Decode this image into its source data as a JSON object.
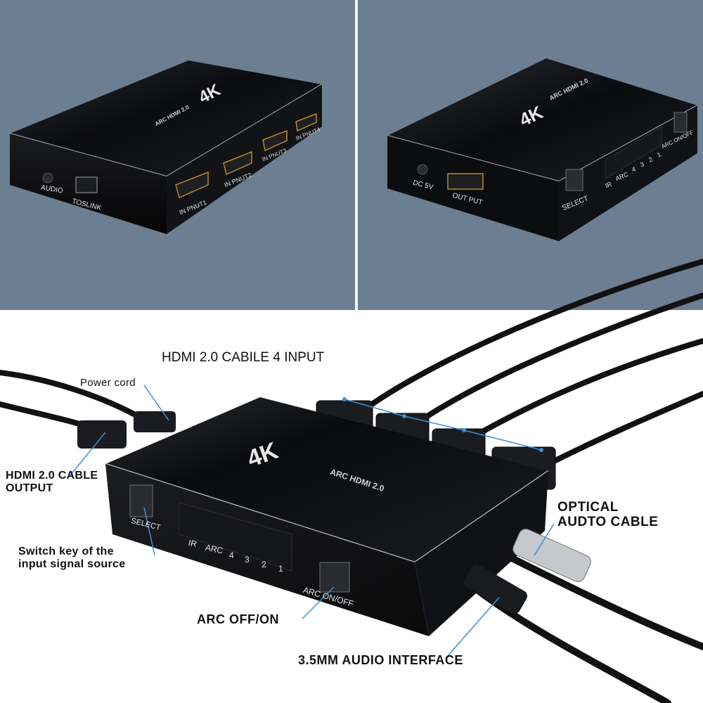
{
  "top_left": {
    "device_logo": "4K",
    "device_subtitle": "ARC HDMI 2.0",
    "ports": {
      "audio": "AUDIO",
      "toslink": "TOSLINK",
      "in1": "IN PNUT1",
      "in2": "IN PNUT2",
      "in3": "IN PNUT3",
      "in4": "IN PNUT4"
    }
  },
  "top_right": {
    "device_logo": "4K",
    "device_subtitle": "ARC HDMI 2.0",
    "ports": {
      "dc": "DC 5V",
      "output": "OUT PUT",
      "select": "SELECT",
      "arc_onoff": "ARC ON/OFF",
      "ir": "IR",
      "arc": "ARC",
      "n4": "4",
      "n3": "3",
      "n2": "2",
      "n1": "1"
    }
  },
  "bottom": {
    "title": "HDMI 2.0 CABILE 4 INPUT",
    "device_logo": "4K",
    "device_subtitle": "ARC HDMI 2.0",
    "callouts": {
      "power_cord": "Power cord",
      "hdmi_output_1": "HDMI 2.0 CABLE",
      "hdmi_output_2": "OUTPUT",
      "optical_1": "OPTICAL",
      "optical_2": "AUDTO CABLE",
      "switch_key_1": "Switch key of the",
      "switch_key_2": "input signal source",
      "arc_off_on": "ARC OFF/ON",
      "audio_interface": "3.5MM AUDIO INTERFACE"
    },
    "device_labels": {
      "select": "SELECT",
      "ir": "IR",
      "arc": "ARC",
      "n4": "4",
      "n3": "3",
      "n2": "2",
      "n1": "1",
      "arc_onoff": "ARC ON/OFF"
    }
  },
  "colors": {
    "panel_bg": "#6c7e91",
    "device_body": "#0c0d10",
    "callout_line": "#3c8fd8"
  }
}
